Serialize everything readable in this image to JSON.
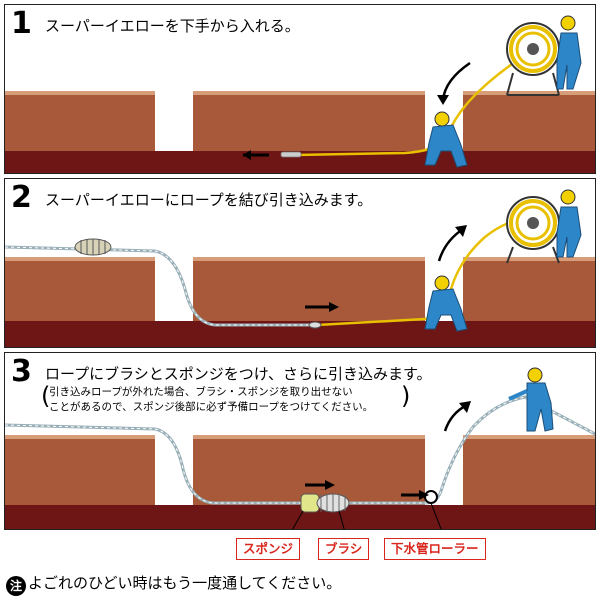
{
  "steps": [
    {
      "number": "1",
      "title": "スーパーイエローを下手から入れる。"
    },
    {
      "number": "2",
      "title": "スーパーイエローにロープを結び引き込みます。"
    },
    {
      "number": "3",
      "title": "ロープにブラシとスポンジをつけ、さらに引き込みます。",
      "note_open": "(",
      "note_close": ")",
      "note_line1": "引き込みロープが外れた場合、ブラシ・スポンジを取り出せない",
      "note_line2": "ことがあるので、スポンジ後部に必ず予備ロープをつけてください。"
    }
  ],
  "labels": {
    "sponge": "スポンジ",
    "brush": "ブラシ",
    "roller": "下水管ローラー"
  },
  "footnote": {
    "mark": "注",
    "text": "よごれのひどい時はもう一度通してください。"
  },
  "colors": {
    "ground": "#a7593a",
    "ground_top": "#d79c78",
    "pipe": "#6e1515",
    "worker": "#2d86c8",
    "yellow_line": "#e9c000",
    "rope": "#9ab0b8",
    "label_red": "#d9261c",
    "helmet": "#f3d100"
  }
}
